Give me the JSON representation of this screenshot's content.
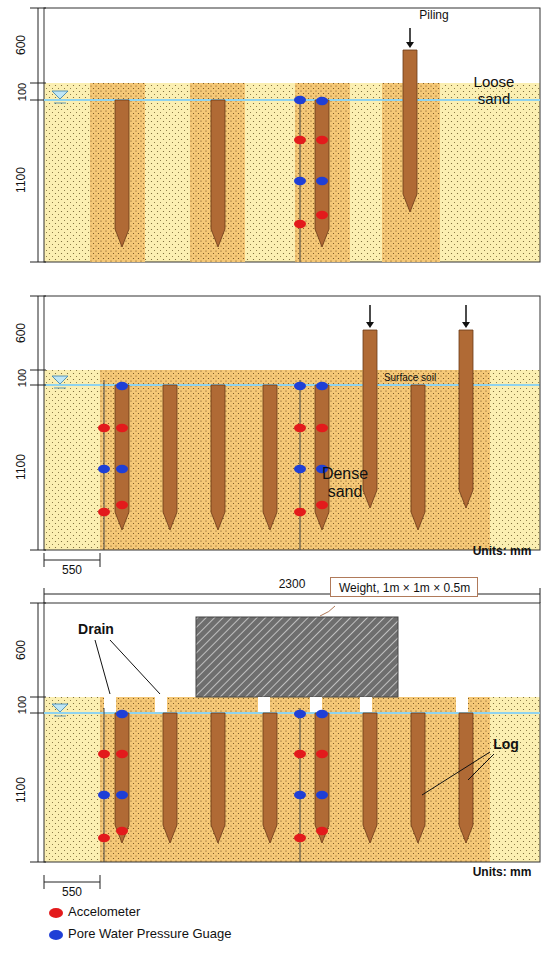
{
  "diagram": {
    "nodes": [
      {
        "text": [
          "Weight, 1m × 1m × 0.5m"
        ]
      }
    ],
    "labels": [
      "600",
      "100",
      "1100",
      "Piling",
      "Loose sand",
      "600",
      "100",
      "1100",
      "Surface soil",
      "Dense sand",
      "550",
      "Units: mm",
      "2300",
      "600",
      "100",
      "1100",
      "Drain",
      "Log",
      "550",
      "Units: mm"
    ],
    "legend": [
      {
        "text": "Accelometer",
        "color": "#e31a1c"
      },
      {
        "text": "Pore Water Pressure Guage",
        "color": "#1f3fd6"
      }
    ]
  }
}
